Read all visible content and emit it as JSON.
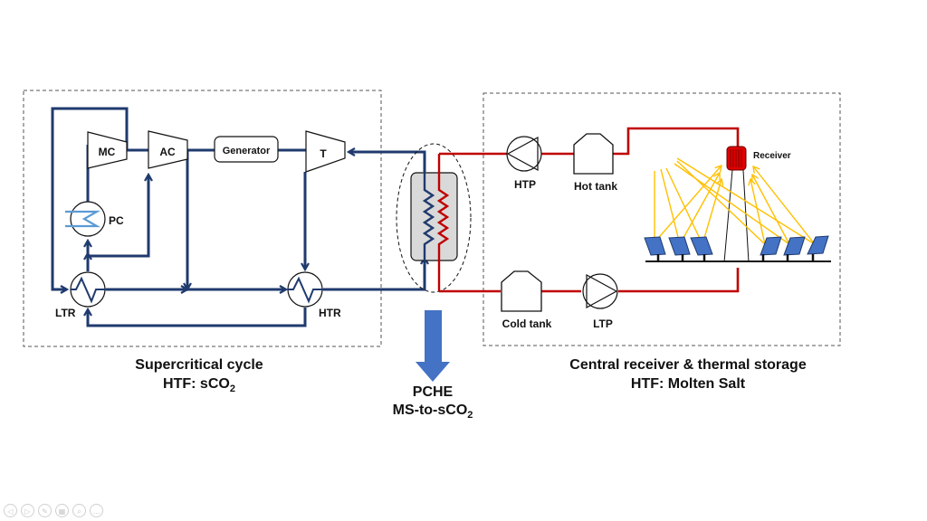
{
  "diagram": {
    "sections": {
      "sco2_cycle": {
        "title": "Supercritical cycle",
        "htf_prefix": "HTF: sCO",
        "htf_sub": "2"
      },
      "pche": {
        "title": "PCHE",
        "subtitle_prefix": "MS-to-sCO",
        "subtitle_sub": "2"
      },
      "solar": {
        "title": "Central receiver & thermal storage",
        "htf": "HTF: Molten Salt"
      }
    },
    "components": {
      "main_compressor": "MC",
      "aux_compressor": "AC",
      "generator": "Generator",
      "turbine": "T",
      "precooler": "PC",
      "low_temp_recuperator": "LTR",
      "high_temp_recuperator": "HTR",
      "hot_tank_pump": "HTP",
      "hot_tank": "Hot tank",
      "cold_tank": "Cold tank",
      "low_temp_pump": "LTP",
      "receiver": "Receiver"
    },
    "colors": {
      "sco2_line": "#1f3a6e",
      "salt_line": "#c00000",
      "sun_rays": "#ffc000",
      "heliostat": "#4472c4",
      "pche_body": "#d9d9d9",
      "pche_arrow": "#4472c4",
      "cooler_coil": "#5b9bd5"
    }
  },
  "toolbar": {
    "buttons": [
      {
        "icon": "previous-icon",
        "glyph": "◁"
      },
      {
        "icon": "next-icon",
        "glyph": "▷"
      },
      {
        "icon": "pen-icon",
        "glyph": "✎"
      },
      {
        "icon": "slides-icon",
        "glyph": "▦"
      },
      {
        "icon": "zoom-icon",
        "glyph": "⌕"
      },
      {
        "icon": "more-icon",
        "glyph": "…"
      }
    ]
  }
}
